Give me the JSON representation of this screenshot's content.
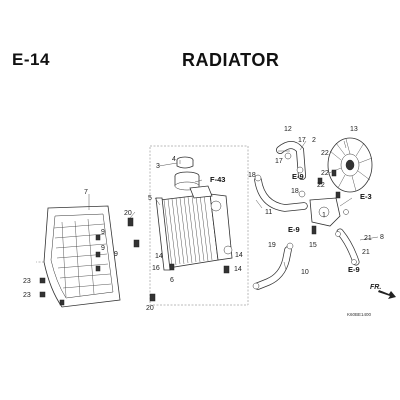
{
  "header": {
    "section_code": "E-14",
    "title": "RADIATOR"
  },
  "parts": [
    {
      "id": "p1",
      "label": "1"
    },
    {
      "id": "p2",
      "label": "2"
    },
    {
      "id": "p3",
      "label": "3"
    },
    {
      "id": "p4",
      "label": "4"
    },
    {
      "id": "p5",
      "label": "5"
    },
    {
      "id": "p6",
      "label": "6"
    },
    {
      "id": "p7",
      "label": "7"
    },
    {
      "id": "p8",
      "label": "8"
    },
    {
      "id": "p9a",
      "label": "9"
    },
    {
      "id": "p9b",
      "label": "9"
    },
    {
      "id": "p9c",
      "label": "9"
    },
    {
      "id": "p10",
      "label": "10"
    },
    {
      "id": "p11",
      "label": "11"
    },
    {
      "id": "p12",
      "label": "12"
    },
    {
      "id": "p13",
      "label": "13"
    },
    {
      "id": "p14a",
      "label": "14"
    },
    {
      "id": "p14b",
      "label": "14"
    },
    {
      "id": "p14c",
      "label": "14"
    },
    {
      "id": "p15",
      "label": "15"
    },
    {
      "id": "p16",
      "label": "16"
    },
    {
      "id": "p17a",
      "label": "17"
    },
    {
      "id": "p17b",
      "label": "17"
    },
    {
      "id": "p18a",
      "label": "18"
    },
    {
      "id": "p18b",
      "label": "18"
    },
    {
      "id": "p19",
      "label": "19"
    },
    {
      "id": "p20a",
      "label": "20"
    },
    {
      "id": "p20b",
      "label": "20"
    },
    {
      "id": "p21a",
      "label": "21"
    },
    {
      "id": "p21b",
      "label": "21"
    },
    {
      "id": "p22a",
      "label": "22"
    },
    {
      "id": "p22b",
      "label": "22"
    },
    {
      "id": "p22c",
      "label": "22"
    },
    {
      "id": "p23a",
      "label": "23"
    },
    {
      "id": "p23b",
      "label": "23"
    }
  ],
  "references": [
    {
      "id": "ref-f43",
      "label": "F-43"
    },
    {
      "id": "ref-e9a",
      "label": "E-9"
    },
    {
      "id": "ref-e9b",
      "label": "E-9"
    },
    {
      "id": "ref-e9c",
      "label": "E-9"
    },
    {
      "id": "ref-e3",
      "label": "E-3"
    }
  ],
  "front_marker": "FR.",
  "diagram_code": "K60BE1400"
}
